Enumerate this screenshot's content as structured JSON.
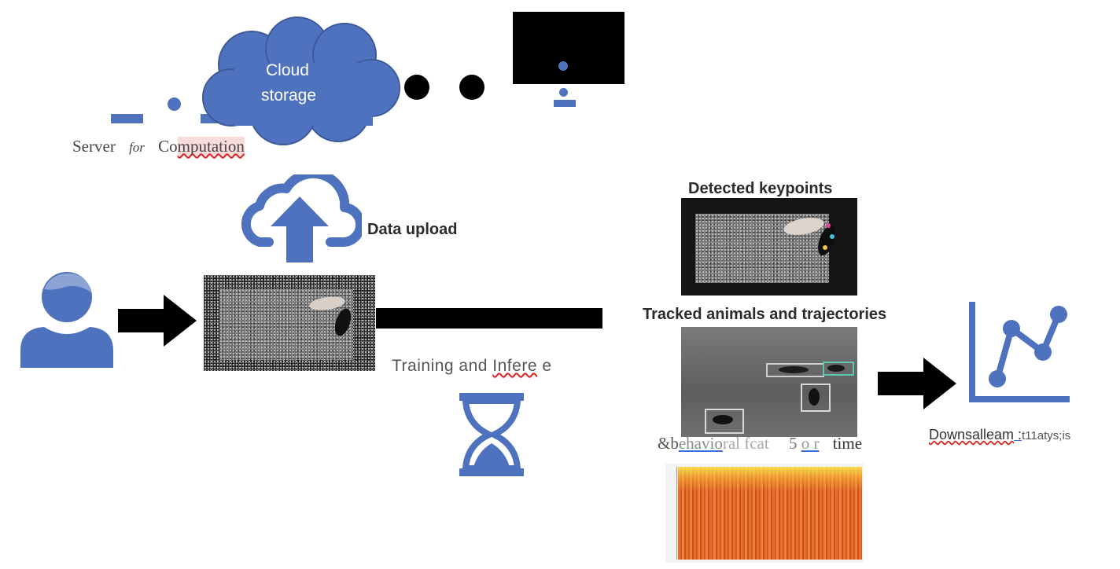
{
  "labels": {
    "cloud_storage_line1": "Cloud",
    "cloud_storage_line2": "storage",
    "server_word": "Server",
    "server_for": "for",
    "server_co": "Co",
    "server_mputation": "mputation",
    "data_upload": "Data upload",
    "training_a": "Training and ",
    "training_b": "Infere",
    "training_c": " e",
    "detected_keypoints": "Detected keypoints",
    "tracked_animals": "Tracked animals and trajectories",
    "behavioral_a": "&b",
    "behavioral_b": "ehavio",
    "behavioral_c": "ral fcat",
    "behavioral_d": "5",
    "behavioral_e": "o r",
    "behavioral_f": "time",
    "downstream_a": "Downsalleam",
    "downstream_b": " :",
    "downstream_c": "t11atys;is"
  },
  "icons": {
    "user": "user-icon",
    "arrow": "arrow-right-icon",
    "upload": "cloud-upload-icon",
    "hourglass": "hourglass-icon",
    "chart": "line-chart-icon",
    "cloud": "cloud-shape"
  },
  "colors": {
    "accent_blue": "#4f72be",
    "black": "#000000",
    "heatmap_orange": "#e0692a"
  }
}
